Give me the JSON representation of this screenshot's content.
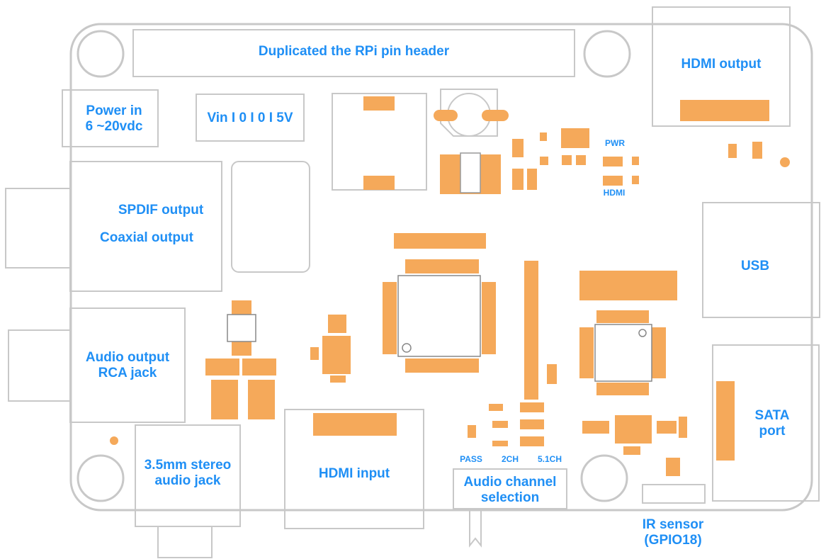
{
  "colors": {
    "label": "#1f8ff5",
    "outline": "#c8c8c8",
    "component": "#f5a95a"
  },
  "labels": {
    "pin_header": "Duplicated the RPi pin header",
    "hdmi_output": "HDMI output",
    "power_in": [
      "Power in",
      "6 ~20vdc"
    ],
    "vin": "Vin I 0 I 0 I 5V",
    "pwr": "PWR",
    "hdmi_led": "HDMI",
    "spdif": [
      "SPDIF output",
      "Coaxial output"
    ],
    "usb": "USB",
    "audio_output": [
      "Audio output",
      "RCA jack"
    ],
    "sata": [
      "SATA",
      "port"
    ],
    "stereo_jack": [
      "3.5mm stereo",
      "audio jack"
    ],
    "hdmi_input": "HDMI input",
    "pass": "PASS",
    "two_ch": "2CH",
    "five_one_ch": "5.1CH",
    "audio_channel": [
      "Audio channel",
      "selection"
    ],
    "ir_sensor": [
      "IR sensor",
      "(GPIO18)"
    ]
  }
}
